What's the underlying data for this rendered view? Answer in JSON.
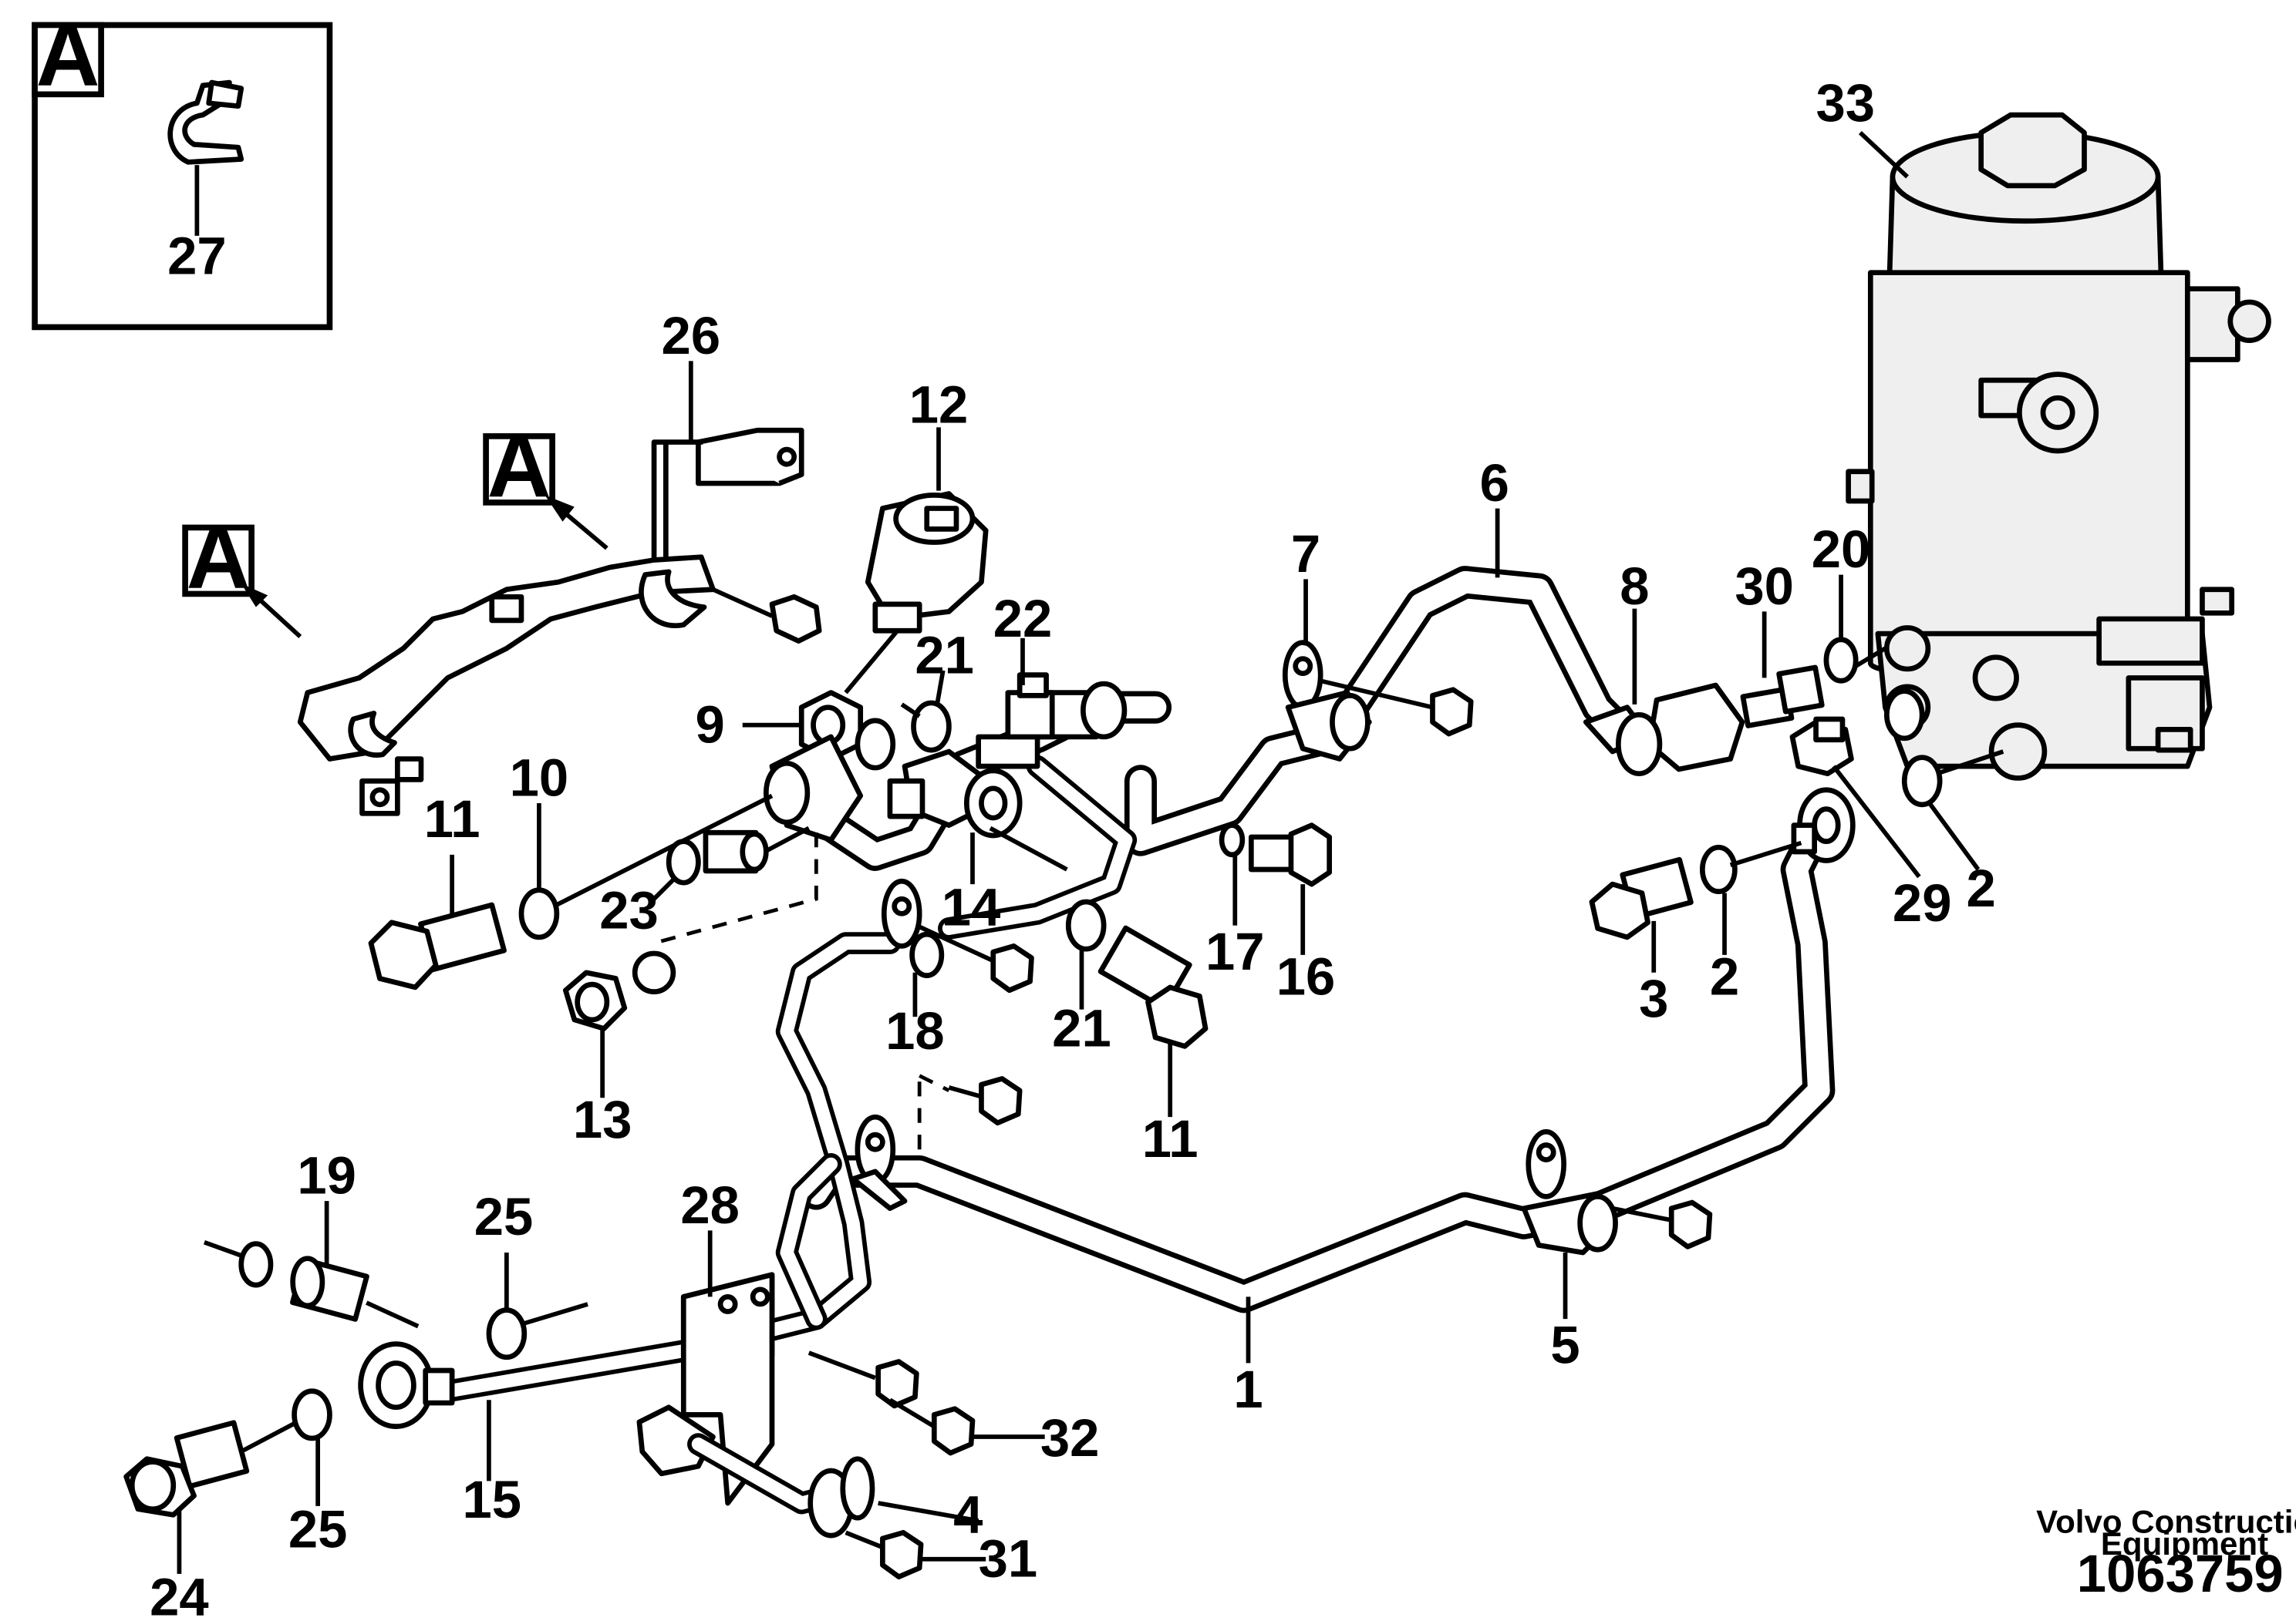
{
  "detail_marker": "A",
  "callouts": {
    "c1": "1",
    "c2a": "2",
    "c2b": "2",
    "c3": "3",
    "c4": "4",
    "c5": "5",
    "c6": "6",
    "c7": "7",
    "c8": "8",
    "c9": "9",
    "c10": "10",
    "c11a": "11",
    "c11b": "11",
    "c12": "12",
    "c13": "13",
    "c14": "14",
    "c15": "15",
    "c16": "16",
    "c17": "17",
    "c18": "18",
    "c19": "19",
    "c20": "20",
    "c21a": "21",
    "c21b": "21",
    "c22": "22",
    "c23": "23",
    "c24": "24",
    "c25a": "25",
    "c25b": "25",
    "c26": "26",
    "c27": "27",
    "c28": "28",
    "c29": "29",
    "c30": "30",
    "c31": "31",
    "c32": "32",
    "c33": "33"
  },
  "brand_line1": "Volvo Construction",
  "brand_line2": "Equipment",
  "drawing_number": "1063759"
}
